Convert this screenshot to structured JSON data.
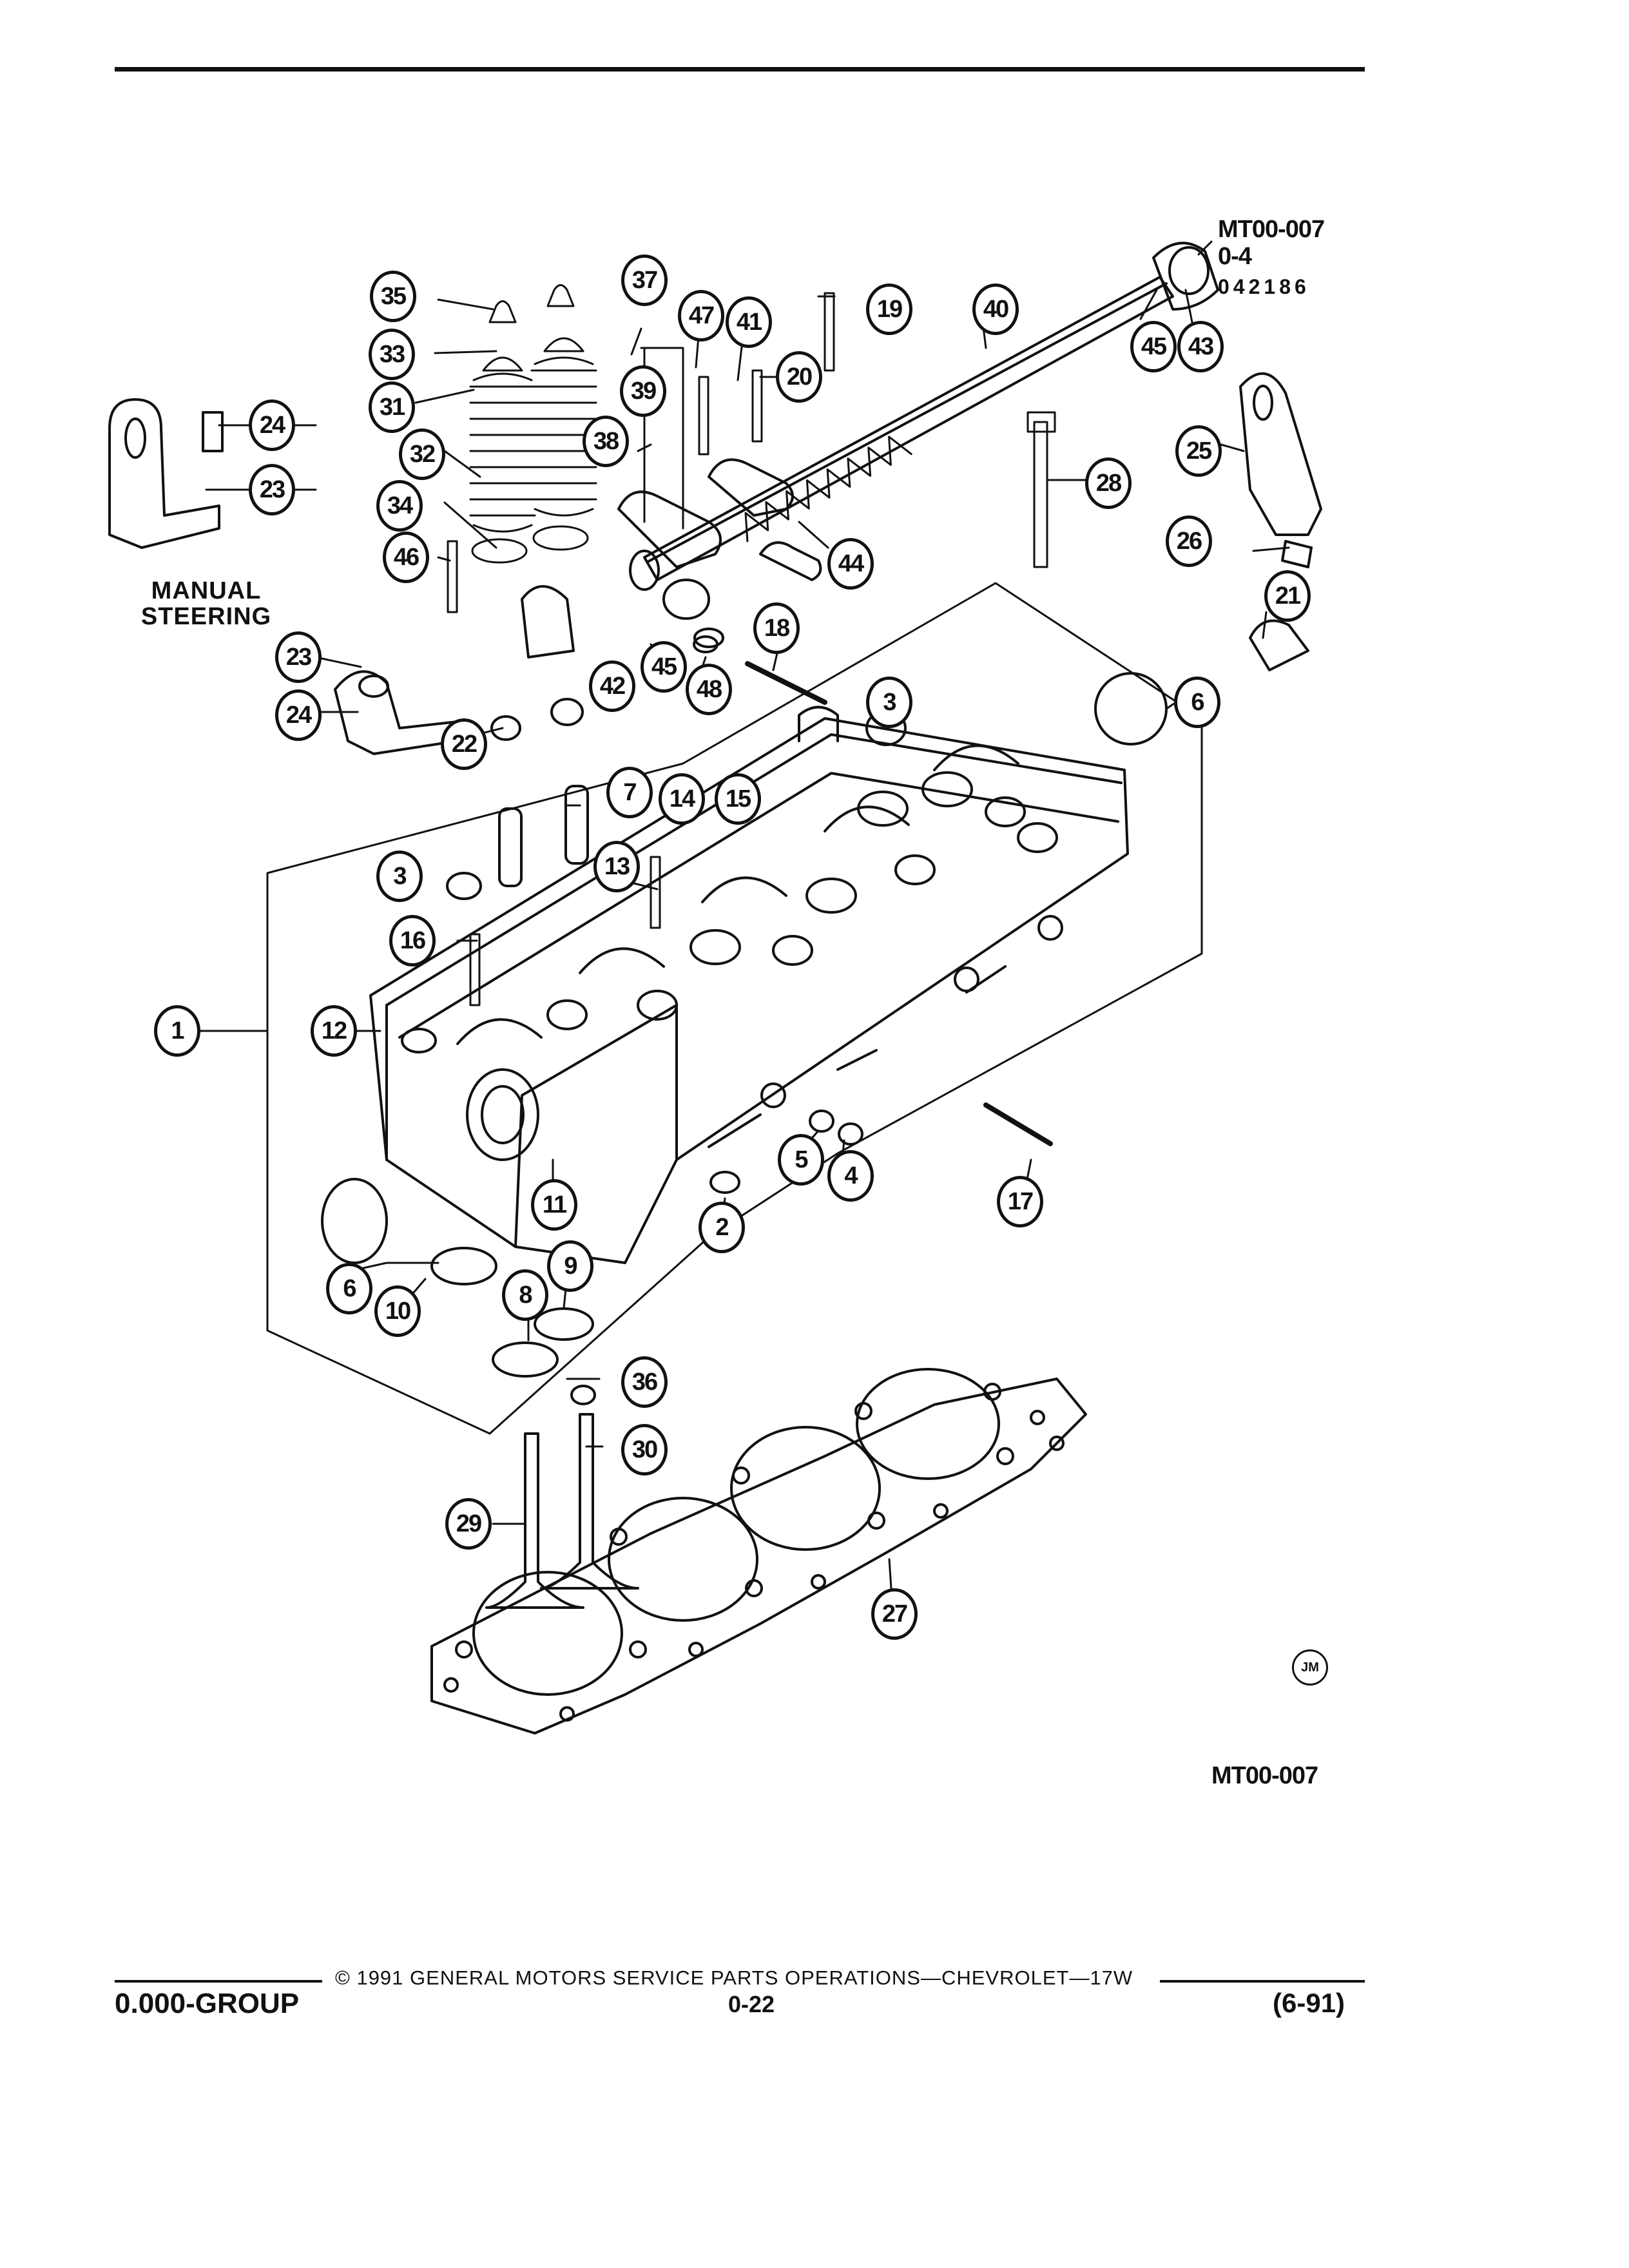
{
  "figure": {
    "code_top": "MT00-007",
    "code_sub": "0-4",
    "code_num": "042186",
    "code_bottom": "MT00-007",
    "side_label": "MANUAL\nSTEERING",
    "artist_mark": "JM"
  },
  "callouts": [
    {
      "n": "1"
    },
    {
      "n": "2"
    },
    {
      "n": "3"
    },
    {
      "n": "3"
    },
    {
      "n": "4"
    },
    {
      "n": "5"
    },
    {
      "n": "6"
    },
    {
      "n": "6"
    },
    {
      "n": "7"
    },
    {
      "n": "8"
    },
    {
      "n": "9"
    },
    {
      "n": "10"
    },
    {
      "n": "11"
    },
    {
      "n": "12"
    },
    {
      "n": "13"
    },
    {
      "n": "14"
    },
    {
      "n": "15"
    },
    {
      "n": "16"
    },
    {
      "n": "17"
    },
    {
      "n": "18"
    },
    {
      "n": "19"
    },
    {
      "n": "20"
    },
    {
      "n": "21"
    },
    {
      "n": "22"
    },
    {
      "n": "23"
    },
    {
      "n": "23"
    },
    {
      "n": "24"
    },
    {
      "n": "24"
    },
    {
      "n": "25"
    },
    {
      "n": "26"
    },
    {
      "n": "27"
    },
    {
      "n": "28"
    },
    {
      "n": "29"
    },
    {
      "n": "30"
    },
    {
      "n": "31"
    },
    {
      "n": "32"
    },
    {
      "n": "33"
    },
    {
      "n": "34"
    },
    {
      "n": "35"
    },
    {
      "n": "36"
    },
    {
      "n": "37"
    },
    {
      "n": "38"
    },
    {
      "n": "39"
    },
    {
      "n": "40"
    },
    {
      "n": "41"
    },
    {
      "n": "42"
    },
    {
      "n": "43"
    },
    {
      "n": "44"
    },
    {
      "n": "45"
    },
    {
      "n": "45"
    },
    {
      "n": "46"
    },
    {
      "n": "47"
    },
    {
      "n": "48"
    }
  ],
  "footer": {
    "copyright": "© 1991 GENERAL MOTORS SERVICE PARTS OPERATIONS—CHEVROLET—17W",
    "group": "0.000-GROUP",
    "page": "0-22",
    "date": "(6-91)"
  }
}
